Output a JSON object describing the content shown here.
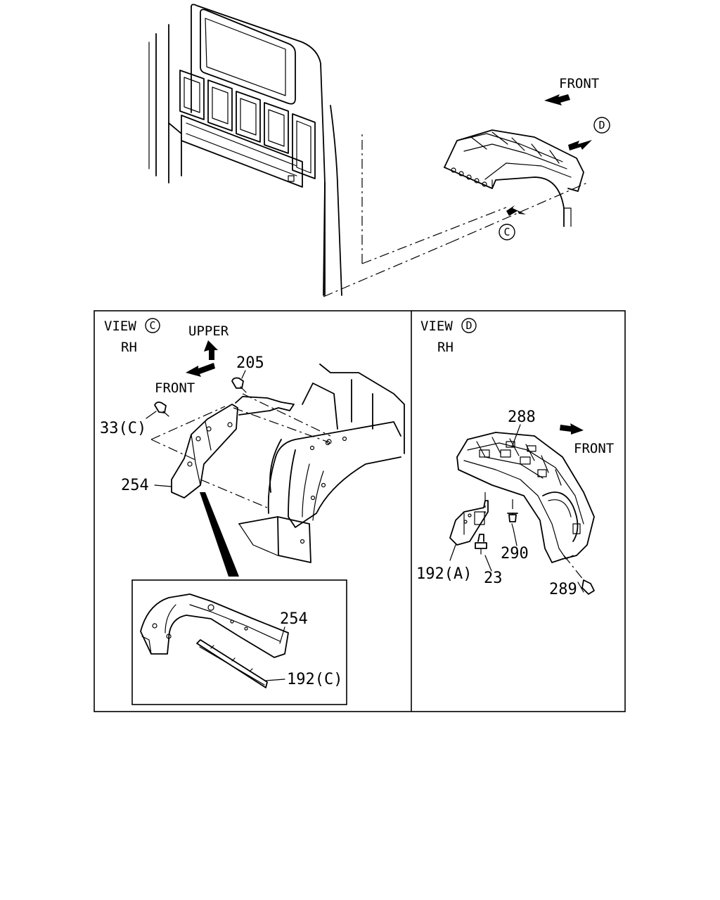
{
  "overview": {
    "front_label": "FRONT",
    "callout_c": "C",
    "callout_d": "D"
  },
  "view_c": {
    "view_word": "VIEW",
    "view_letter": "C",
    "side": "RH",
    "upper_label": "UPPER",
    "front_label": "FRONT",
    "parts": {
      "p205": "205",
      "p33": "33(C)",
      "p254": "254"
    },
    "inset": {
      "p254": "254",
      "p192c": "192(C)"
    }
  },
  "view_d": {
    "view_word": "VIEW",
    "view_letter": "D",
    "side": "RH",
    "front_label": "FRONT",
    "parts": {
      "p288": "288",
      "p290": "290",
      "p192a": "192(A)",
      "p23": "23",
      "p289": "289"
    }
  }
}
